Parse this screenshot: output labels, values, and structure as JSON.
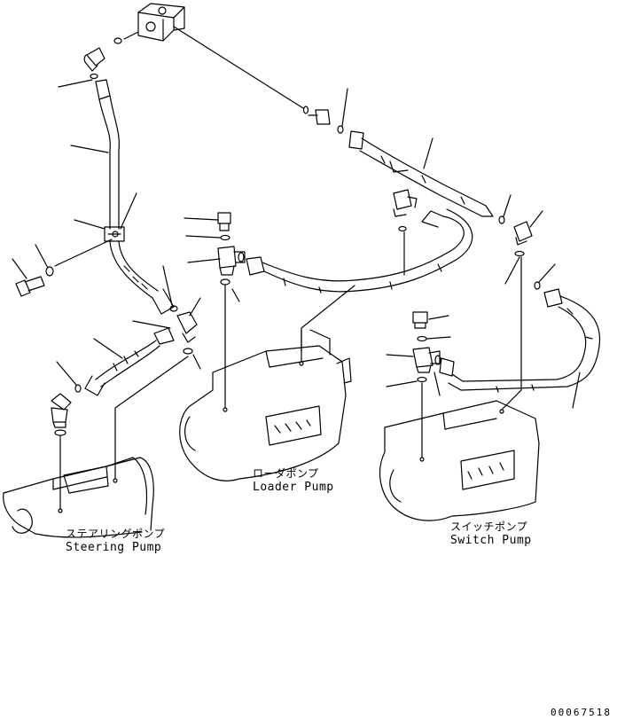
{
  "labels": {
    "loader_pump": {
      "jp": "ローダポンプ",
      "en": "Loader Pump"
    },
    "steering_pump": {
      "jp": "ステアリングポンプ",
      "en": "Steering Pump"
    },
    "switch_pump": {
      "jp": "スイッチポンプ",
      "en": "Switch Pump"
    }
  },
  "document_id": "00067518"
}
